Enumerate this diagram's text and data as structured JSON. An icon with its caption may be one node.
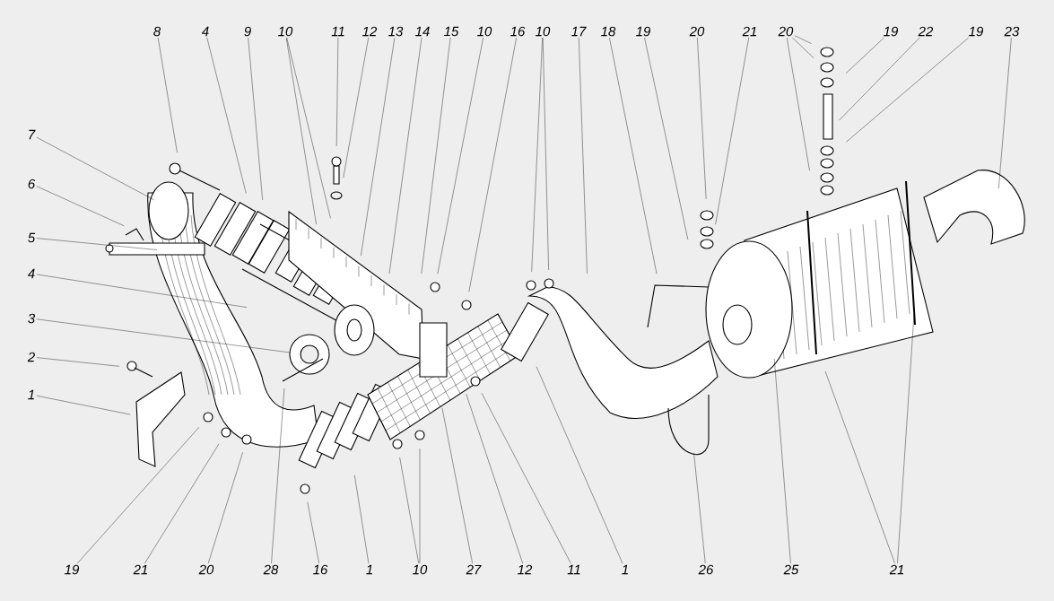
{
  "diagram": {
    "nodes": [
      {
        "text": [
          "8"
        ]
      },
      {
        "text": [
          "4"
        ]
      },
      {
        "text": [
          "9"
        ]
      },
      {
        "text": [
          "10"
        ]
      },
      {
        "text": [
          "11"
        ]
      },
      {
        "text": [
          "12"
        ]
      },
      {
        "text": [
          "13"
        ]
      },
      {
        "text": [
          "14"
        ]
      },
      {
        "text": [
          "15"
        ]
      },
      {
        "text": [
          "10"
        ]
      },
      {
        "text": [
          "16"
        ]
      },
      {
        "text": [
          "10"
        ]
      },
      {
        "text": [
          "17"
        ]
      },
      {
        "text": [
          "18"
        ]
      },
      {
        "text": [
          "19"
        ]
      },
      {
        "text": [
          "20"
        ]
      },
      {
        "text": [
          "21"
        ]
      },
      {
        "text": [
          "20"
        ]
      },
      {
        "text": [
          "19"
        ]
      },
      {
        "text": [
          "22"
        ]
      },
      {
        "text": [
          "19"
        ]
      },
      {
        "text": [
          "23"
        ]
      },
      {
        "text": [
          "7"
        ]
      },
      {
        "text": [
          "6"
        ]
      },
      {
        "text": [
          "5"
        ]
      },
      {
        "text": [
          "4"
        ]
      },
      {
        "text": [
          "3"
        ]
      },
      {
        "text": [
          "2"
        ]
      },
      {
        "text": [
          "1"
        ]
      },
      {
        "text": [
          "19"
        ]
      },
      {
        "text": [
          "21"
        ]
      },
      {
        "text": [
          "20"
        ]
      },
      {
        "text": [
          "28"
        ]
      },
      {
        "text": [
          "16"
        ]
      },
      {
        "text": [
          "1"
        ]
      },
      {
        "text": [
          "10"
        ]
      },
      {
        "text": [
          "27"
        ]
      },
      {
        "text": [
          "12"
        ]
      },
      {
        "text": [
          "11"
        ]
      },
      {
        "text": [
          "1"
        ]
      },
      {
        "text": [
          "26"
        ]
      },
      {
        "text": [
          "25"
        ]
      },
      {
        "text": [
          "21"
        ]
      }
    ],
    "edges": [
      {
        "from": 0,
        "to": null,
        "arrow": "none"
      },
      {
        "from": 1,
        "to": null,
        "arrow": "none"
      },
      {
        "from": 2,
        "to": null,
        "arrow": "none"
      },
      {
        "from": 3,
        "to": null,
        "arrow": "none"
      },
      {
        "from": 3,
        "to": null,
        "arrow": "none"
      },
      {
        "from": 4,
        "to": null,
        "arrow": "none"
      },
      {
        "from": 5,
        "to": null,
        "arrow": "none"
      },
      {
        "from": 6,
        "to": null,
        "arrow": "none"
      },
      {
        "from": 7,
        "to": null,
        "arrow": "none"
      },
      {
        "from": 8,
        "to": null,
        "arrow": "none"
      },
      {
        "from": 9,
        "to": null,
        "arrow": "none"
      },
      {
        "from": 10,
        "to": null,
        "arrow": "none"
      },
      {
        "from": 11,
        "to": null,
        "arrow": "none"
      },
      {
        "from": 11,
        "to": null,
        "arrow": "none"
      },
      {
        "from": 12,
        "to": null,
        "arrow": "none"
      },
      {
        "from": 13,
        "to": null,
        "arrow": "none"
      },
      {
        "from": 14,
        "to": null,
        "arrow": "none"
      },
      {
        "from": 15,
        "to": null,
        "arrow": "none"
      },
      {
        "from": 16,
        "to": null,
        "arrow": "none"
      },
      {
        "from": 17,
        "to": null,
        "arrow": "none"
      },
      {
        "from": 17,
        "to": null,
        "arrow": "none"
      },
      {
        "from": 17,
        "to": null,
        "arrow": "none"
      },
      {
        "from": 18,
        "to": null,
        "arrow": "none"
      },
      {
        "from": 19,
        "to": null,
        "arrow": "none"
      },
      {
        "from": 20,
        "to": null,
        "arrow": "none"
      },
      {
        "from": 21,
        "to": null,
        "arrow": "none"
      },
      {
        "from": 22,
        "to": null,
        "arrow": "none"
      },
      {
        "from": 23,
        "to": null,
        "arrow": "none"
      },
      {
        "from": 24,
        "to": null,
        "arrow": "none"
      },
      {
        "from": 25,
        "to": null,
        "arrow": "none"
      },
      {
        "from": 26,
        "to": null,
        "arrow": "none"
      },
      {
        "from": 27,
        "to": null,
        "arrow": "none"
      },
      {
        "from": 28,
        "to": null,
        "arrow": "none"
      },
      {
        "from": 29,
        "to": null,
        "arrow": "none"
      },
      {
        "from": 30,
        "to": null,
        "arrow": "none"
      },
      {
        "from": 31,
        "to": null,
        "arrow": "none"
      },
      {
        "from": 32,
        "to": null,
        "arrow": "none"
      },
      {
        "from": 33,
        "to": null,
        "arrow": "none"
      },
      {
        "from": 34,
        "to": null,
        "arrow": "none"
      },
      {
        "from": 35,
        "to": null,
        "arrow": "none"
      },
      {
        "from": 35,
        "to": null,
        "arrow": "none"
      },
      {
        "from": 36,
        "to": null,
        "arrow": "none"
      },
      {
        "from": 37,
        "to": null,
        "arrow": "none"
      },
      {
        "from": 38,
        "to": null,
        "arrow": "none"
      },
      {
        "from": 39,
        "to": null,
        "arrow": "none"
      },
      {
        "from": 40,
        "to": null,
        "arrow": "none"
      },
      {
        "from": 41,
        "to": null,
        "arrow": "none"
      },
      {
        "from": 42,
        "to": null,
        "arrow": "none"
      },
      {
        "from": 42,
        "to": null,
        "arrow": "none"
      }
    ]
  }
}
